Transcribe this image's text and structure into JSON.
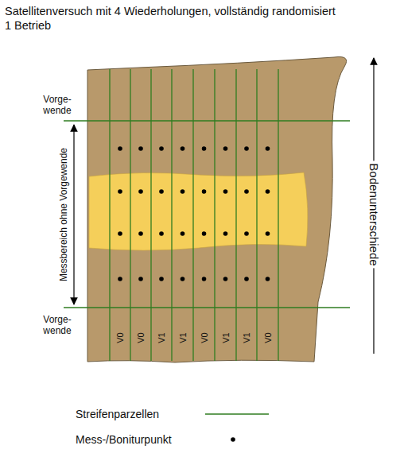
{
  "diagram": {
    "title": "Satellitenversuch mit 4 Wiederholungen, vollständig randomisiert",
    "labels": [
      "1 Betrieb",
      "Vorge- wende",
      "Messbereich ohne Vorgewende",
      "Vorge- wende",
      "V0",
      "V0",
      "V1",
      "V1",
      "V0",
      "V1",
      "V1",
      "V0",
      "Bodenunterschiede"
    ],
    "legend": [
      {
        "text": "Streifenparzellen"
      },
      {
        "text": "Mess-/Boniturpunkt"
      }
    ]
  }
}
